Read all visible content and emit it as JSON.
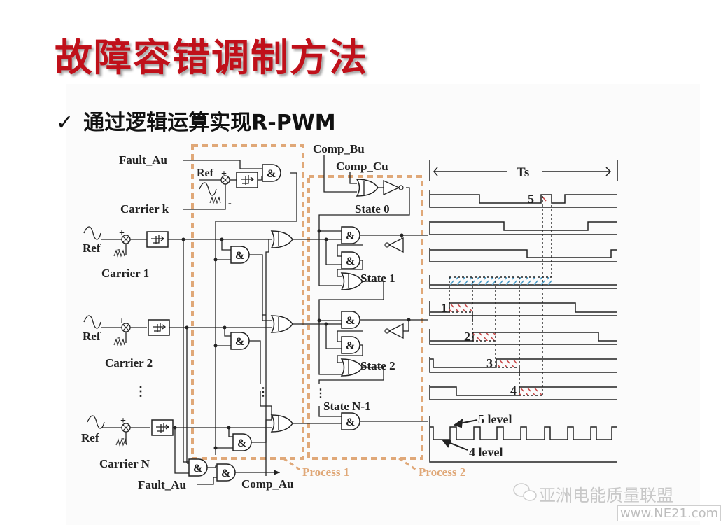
{
  "slide": {
    "title": "故障容错调制方法",
    "subtitle_check": "✓",
    "subtitle": "通过逻辑运算实现R-PWM"
  },
  "diagram": {
    "left_inputs": {
      "fault_top": "Fault_Au",
      "carrier_k": "Carrier k",
      "ref_k": "Ref",
      "plus": "+",
      "minus": "-",
      "rows": [
        {
          "ref": "Ref",
          "carrier": "Carrier 1"
        },
        {
          "ref": "Ref",
          "carrier": "Carrier 2"
        },
        {
          "ref": "Ref",
          "carrier": "Carrier N"
        }
      ],
      "ellipsis": "⋮"
    },
    "gates": {
      "and": "&"
    },
    "middle": {
      "comp_bu": "Comp_Bu",
      "comp_cu": "Comp_Cu",
      "states": [
        "State 0",
        "State 1",
        "State 2",
        "State N-1"
      ],
      "process1": "Process 1",
      "process2": "Process 2"
    },
    "bottom": {
      "fault_bottom": "Fault_Au",
      "comp_au": "Comp_Au"
    },
    "timing": {
      "period_label": "Ts",
      "markers": [
        "5",
        "1",
        "2",
        "3",
        "4"
      ],
      "level_high": "5 level",
      "level_low": "4 level"
    }
  },
  "colors": {
    "title_red": "#c0101a",
    "process_orange": "#e0a878",
    "hatch_blue": "#4a9cc8",
    "hatch_red": "#c84848"
  },
  "watermark": {
    "text": "亚洲电能质量联盟",
    "url": "www.NE21.com"
  }
}
